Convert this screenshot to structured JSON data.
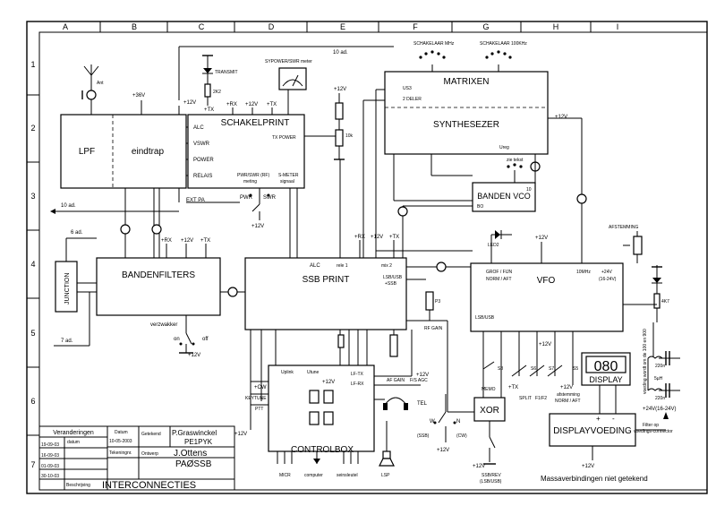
{
  "frame": {
    "columns": [
      "A",
      "B",
      "C",
      "D",
      "E",
      "F",
      "G",
      "H",
      "I"
    ],
    "rows": [
      "1",
      "2",
      "3",
      "4",
      "5",
      "6",
      "7"
    ]
  },
  "blocks": {
    "lpf": "LPF",
    "eindtrap": "eindtrap",
    "schakelprint": "SCHAKELPRINT",
    "matrixen": "MATRIXEN",
    "synthesezer": "SYNTHESEZER",
    "banden_vco": "BANDEN VCO",
    "bandenfilters": "BANDENFILTERS",
    "ssb_print": "SSB PRINT",
    "vfo": "VFO",
    "controlbox": "CONTROLBOX",
    "xor": "XOR",
    "display_digits": "080",
    "display": "DISPLAY",
    "displayvoeding": "DISPLAYVOEDING",
    "junction": "JUNCTION"
  },
  "labels": {
    "ant": "Ant",
    "plus36": "+36V",
    "transmit": "TRANSMIT",
    "r2k2": "2K2",
    "plusTX": "+TX",
    "plus12": "+12V",
    "plusRX": "+RX",
    "power_meter": "SYPOWER/SWR meter",
    "ten_ad": "10 ad.",
    "seven_ad": "7 ad.",
    "six_ad": "6 ad.",
    "schakelaar_mhz": "SCHAKELAAR MHz",
    "schakelaar_khz": "SCHAKELAAR 100KHz",
    "alc": "ALC",
    "vswr": "VSWR",
    "power": "POWER",
    "relais": "RELAIS",
    "ext_pa": "EXT PA",
    "tx_power": "TX POWER",
    "pwr_swr_rf": "PWR/SWR (RF)",
    "meting": "meting",
    "smeter": "S-METER",
    "signaal": "signaal",
    "pwr": "PWR",
    "swr": "SWR",
    "r10k": "10k",
    "us3": "US3",
    "two_deler": "2 DELER",
    "ureg": "Ureg",
    "zie_tekst": "zie tekst",
    "bo": "BO",
    "ten": "10",
    "led2": "LED2",
    "afstemming": "AFSTEMMING",
    "grof_fijn": "GROF / FIJN",
    "norm_aft": "NORM / AFT",
    "ten_mhz": "10MHz",
    "plus24v": "+24V",
    "sixteen_24": "(16-24V)",
    "r4k7": "4K7",
    "rele1": "rele 1",
    "mix2": "mix 2",
    "lsb_usb": "LSB/USB",
    "plus_ssb": "+SSB",
    "p3": "P3",
    "rf_gain": "RF GAIN",
    "af_gain": "AF GAIN",
    "fs_agc": "F/S AGC",
    "lsb_usb2": "LSB/USB",
    "verzwakker": "verzwakker",
    "on": "on",
    "off": "off",
    "uplink": "Uplink",
    "utune": "Utune",
    "lf_tx": "LF-TX",
    "lf_rx": "LF-RX",
    "cw": "+CW",
    "keytune": "KEYTUNE",
    "ptt": "PTT",
    "tel": "TEL",
    "w": "W",
    "n": "N",
    "ssb": "(SSB)",
    "cw2": "(CW)",
    "memo": "MEMO",
    "split": "SPLIT",
    "f1f2": "F1/F2",
    "afstemming2": "afstemming",
    "norm_aft2": "NORM / AFT",
    "s5": "S5",
    "s6": "S6",
    "s7": "S7",
    "s8": "S8",
    "ssb_rev": "SSB/REV",
    "lsb_usb3": "(LSB/USB)",
    "micr": "MICR",
    "computer": "computer",
    "seinsleutel": "seinsleutel",
    "lsp": "LSP",
    "c220n": "220n",
    "five_uh": "5µH",
    "supply": "+24V(16-24V)",
    "filter": "Filter op",
    "filter2": "voedings-connector",
    "vert_note": "voeding wordt om de 100 en 900",
    "massa": "Massaverbindingen niet getekend",
    "plus": "+",
    "minus": "-"
  },
  "title_block": {
    "veranderingen": "Veranderingen",
    "datum_col": "datum",
    "datum": "Datum",
    "datum_val": "10-05-2003",
    "getekend": "Getekend",
    "name1": "P.Graswinckel",
    "call1": "PE1PYK",
    "tekeningnr": "Tekeningnr.",
    "ontwerp": "Ontwerp",
    "name2": "J.Ottens",
    "call2": "PAØSSB",
    "beschrijving": "Beschrijving",
    "title": "INTERCONNECTIES",
    "dates": [
      "19-09-03",
      "16-09-03",
      "01-09-03",
      "30-10-03"
    ]
  }
}
